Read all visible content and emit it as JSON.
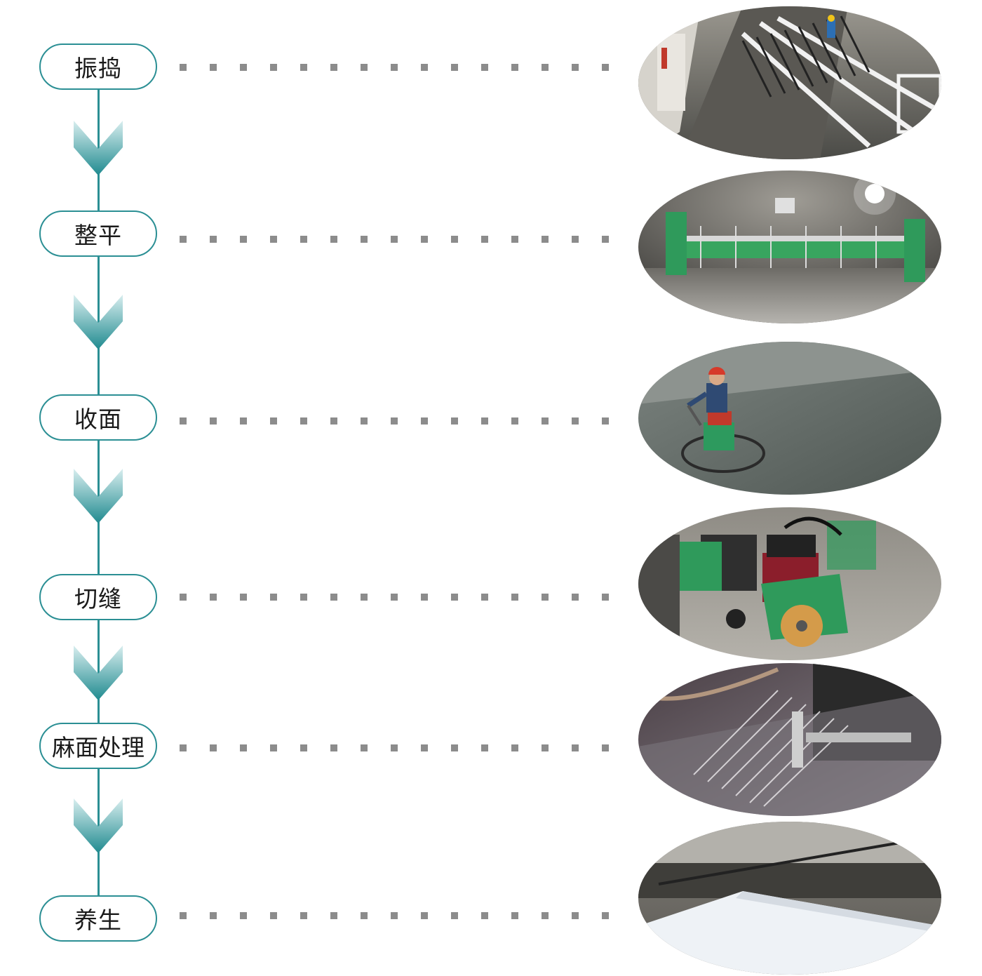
{
  "flow": {
    "steps": [
      {
        "label": "振捣",
        "photo": "vibrating-machine-photo",
        "scene": "vibrate"
      },
      {
        "label": "整平",
        "photo": "leveling-machine-photo",
        "scene": "level"
      },
      {
        "label": "收面",
        "photo": "troweling-photo",
        "scene": "trowel"
      },
      {
        "label": "切缝",
        "photo": "joint-cutting-photo",
        "scene": "cut"
      },
      {
        "label": "麻面处理",
        "photo": "texturing-photo",
        "scene": "texture"
      },
      {
        "label": "养生",
        "photo": "curing-photo",
        "scene": "cure"
      }
    ]
  },
  "colors": {
    "accent": "#2b8f94",
    "arrow_top": "#d8eeef",
    "arrow_bottom": "#1f8a8f",
    "dots": "#8c8c8c"
  }
}
